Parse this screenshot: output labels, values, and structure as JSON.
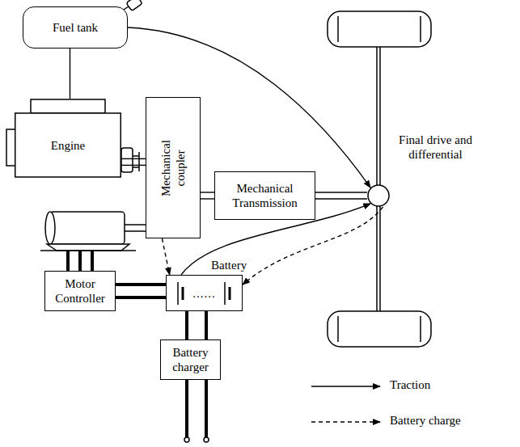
{
  "diagram": {
    "nodes": [
      {
        "text": [
          "Fuel tank"
        ]
      },
      {
        "text": [
          "Engine"
        ]
      },
      {
        "text": [
          "Mechanical coupler"
        ]
      },
      {
        "text": [
          "Mechanical Transmission"
        ]
      },
      {
        "text": [
          "Final drive and differential"
        ]
      },
      {
        "text": [
          "Battery",
          "......"
        ]
      },
      {
        "text": [
          "Motor Controller"
        ]
      },
      {
        "text": [
          "Battery charger"
        ]
      }
    ],
    "edges": [
      {
        "from": 0,
        "to": 1,
        "arrow": "none"
      },
      {
        "from": 0,
        "to": 4,
        "arrow": "to"
      },
      {
        "from": 1,
        "to": 2,
        "arrow": "none"
      },
      {
        "from": 2,
        "to": 3,
        "arrow": "none"
      },
      {
        "from": 3,
        "to": 4,
        "arrow": "none"
      },
      {
        "from": 2,
        "to": 5,
        "arrow": "to"
      },
      {
        "from": 5,
        "to": 4,
        "arrow": "to"
      },
      {
        "from": 4,
        "to": 5,
        "arrow": "to"
      },
      {
        "from": 6,
        "to": 5,
        "arrow": "none"
      },
      {
        "from": 5,
        "to": 7,
        "arrow": "none"
      }
    ],
    "legend": [
      {
        "text": "Traction"
      },
      {
        "text": "Battery charge"
      }
    ]
  }
}
